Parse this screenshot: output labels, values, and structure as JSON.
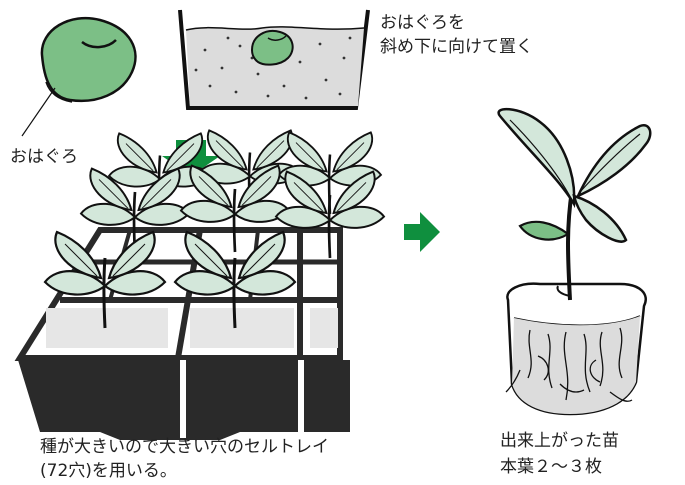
{
  "labels": {
    "seed_name": "おはぐろ",
    "seed_placement_line1": "おはぐろを",
    "seed_placement_line2": "斜め下に向けて置く",
    "tray_caption_line1": "種が大きいので大きい穴のセルトレイ",
    "tray_caption_line2": "(72穴)を用いる。",
    "finished_seedling_line1": "出来上がった苗",
    "finished_seedling_line2": "本葉２～３枚"
  },
  "colors": {
    "bean": "#7cbf86",
    "leaf": "#d3e7da",
    "arrow": "#0f8f3e",
    "tray": "#2a2a2a",
    "soil": "#dcdcdc"
  },
  "icons": [
    "bean-icon",
    "seed-pot-icon",
    "down-arrow-icon",
    "right-arrow-icon",
    "cell-tray-icon",
    "seedling-plug-icon"
  ]
}
